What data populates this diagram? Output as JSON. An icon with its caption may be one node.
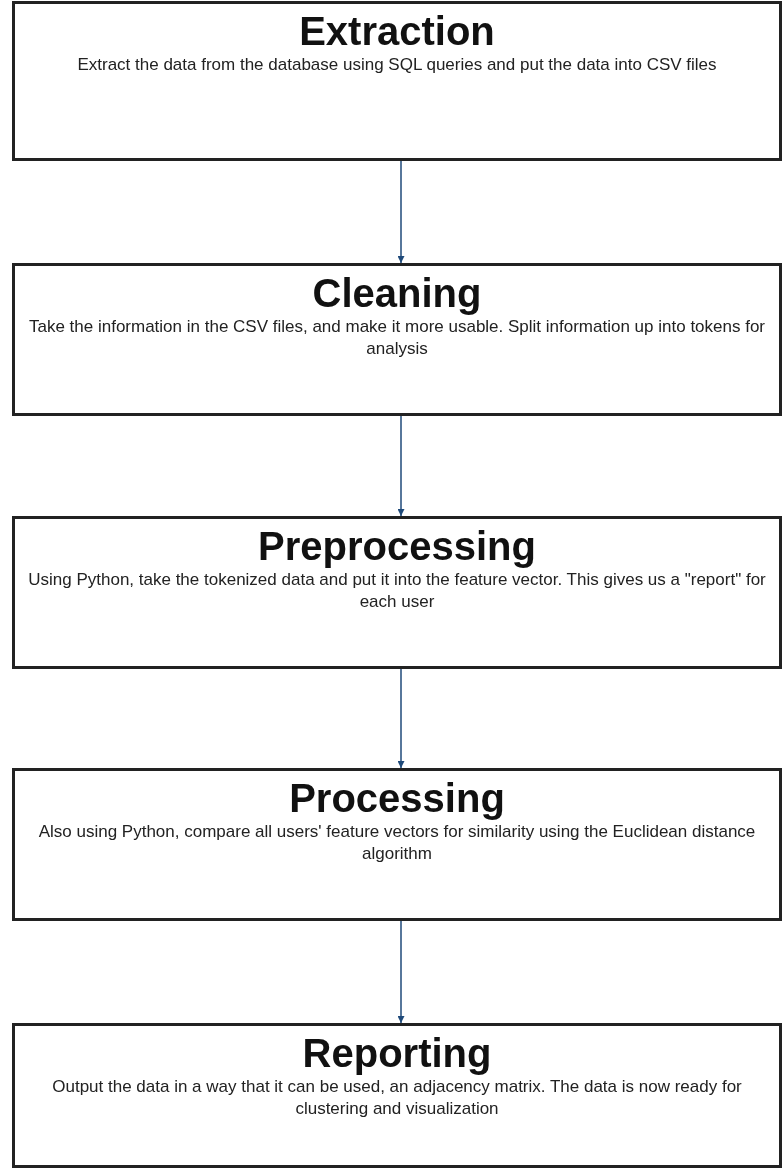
{
  "diagram": {
    "nodes": [
      {
        "text": [
          "Extraction",
          "Extract the data from the database using SQL queries and put the data into CSV files"
        ]
      },
      {
        "text": [
          "Cleaning",
          "Take the information in the CSV files, and make it more usable. Split information up into tokens for analysis"
        ]
      },
      {
        "text": [
          "Preprocessing",
          "Using Python, take the tokenized data and put it into the feature vector. This gives us a \"report\" for each user"
        ]
      },
      {
        "text": [
          "Processing",
          "Also using Python, compare all users' feature vectors for similarity using the Euclidean distance algorithm"
        ]
      },
      {
        "text": [
          "Reporting",
          "Output the data in a way that it can be used, an adjacency matrix. The data is now ready for clustering and visualization"
        ]
      }
    ],
    "edges": [
      {
        "from": 0,
        "to": 1,
        "arrow": "to"
      },
      {
        "from": 1,
        "to": 2,
        "arrow": "to"
      },
      {
        "from": 2,
        "to": 3,
        "arrow": "to"
      },
      {
        "from": 3,
        "to": 4,
        "arrow": "to"
      }
    ]
  }
}
